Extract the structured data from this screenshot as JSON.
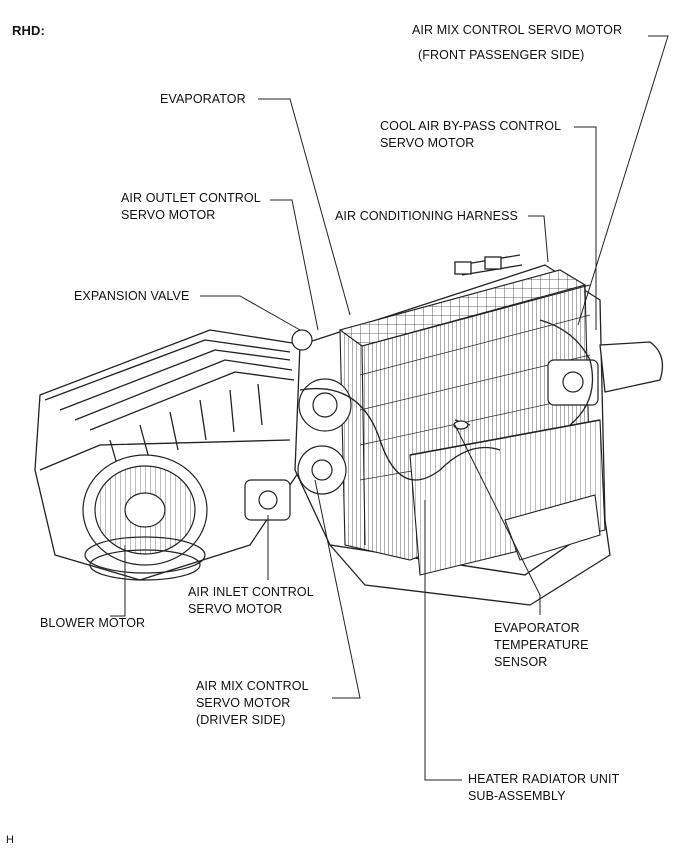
{
  "header": {
    "tag": "RHD:"
  },
  "footer": {
    "code": "H"
  },
  "labels": {
    "air_mix_passenger": {
      "line1": "AIR MIX CONTROL SERVO MOTOR",
      "line2": "(FRONT PASSENGER SIDE)"
    },
    "evaporator": {
      "line1": "EVAPORATOR"
    },
    "cool_air_bypass": {
      "line1": "COOL AIR BY-PASS CONTROL",
      "line2": "SERVO MOTOR"
    },
    "air_outlet": {
      "line1": "AIR OUTLET CONTROL",
      "line2": "SERVO MOTOR"
    },
    "ac_harness": {
      "line1": "AIR CONDITIONING HARNESS"
    },
    "expansion_valve": {
      "line1": "EXPANSION VALVE"
    },
    "air_inlet": {
      "line1": "AIR INLET CONTROL",
      "line2": "SERVO MOTOR"
    },
    "blower_motor": {
      "line1": "BLOWER MOTOR"
    },
    "evap_temp_sensor": {
      "line1": "EVAPORATOR",
      "line2": "TEMPERATURE",
      "line3": "SENSOR"
    },
    "air_mix_driver": {
      "line1": "AIR MIX CONTROL",
      "line2": "SERVO MOTOR",
      "line3": "(DRIVER SIDE)"
    },
    "heater_radiator": {
      "line1": "HEATER RADIATOR UNIT",
      "line2": "SUB-ASSEMBLY"
    }
  }
}
